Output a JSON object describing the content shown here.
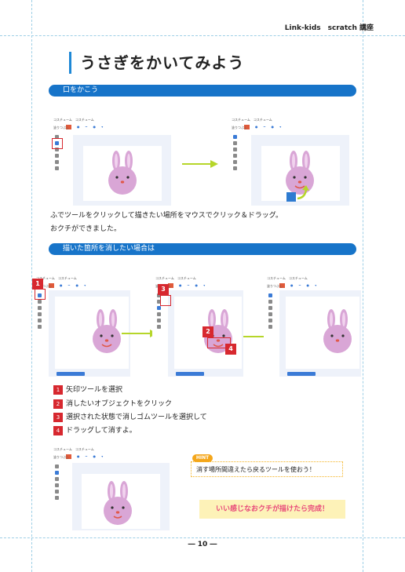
{
  "header": {
    "course": "Link-kids　scratch 講座"
  },
  "title": "うさぎをかいてみよう",
  "sections": [
    {
      "label": "口をかこう"
    },
    {
      "label": "描いた箇所を消したい場合は"
    }
  ],
  "body": {
    "line1": "ふでツールをクリックして描きたい場所をマウスでクリック＆ドラッグ。",
    "line2": "おクチができました。"
  },
  "steps": [
    {
      "num": "1",
      "text": "矢印ツールを選択"
    },
    {
      "num": "2",
      "text": "消したいオブジェクトをクリック"
    },
    {
      "num": "3",
      "text": "選択された状態で消しゴムツールを選択して"
    },
    {
      "num": "4",
      "text": "ドラッグして消すよ。"
    }
  ],
  "markers": {
    "m1": "1",
    "m2": "2",
    "m3": "3",
    "m4": "4"
  },
  "hint": {
    "tag": "HINT",
    "text": "消す場所間違えたら戻るツールを使おう！"
  },
  "done": "いい感じなおクチが描けたら完成！",
  "page_number": "― 10 ―",
  "colors": {
    "accent": "#1774c9",
    "marker": "#d7282f",
    "arrow": "#b6d62a",
    "rabbit": "#d9a6d6",
    "hint": "#f4a61b"
  }
}
